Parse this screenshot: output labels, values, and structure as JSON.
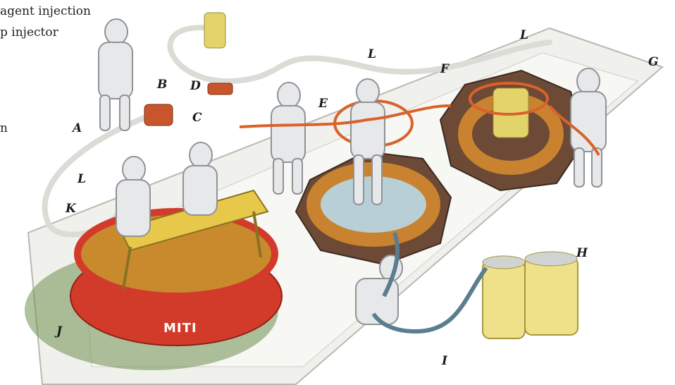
{
  "captions": [
    "agent injection",
    "p injector",
    "n"
  ],
  "labels": [
    "A",
    "B",
    "C",
    "D",
    "E",
    "F",
    "G",
    "H",
    "I",
    "J",
    "K",
    "L",
    "L",
    "L"
  ],
  "pool_text": "MITI",
  "colors": {
    "pool_red": "#d23a2a",
    "hose_orange": "#d9622b",
    "grass": "#6f8f4e",
    "liquid": "#c98a2e",
    "suit": "#e7e8ea",
    "tank": "#efe08a"
  }
}
